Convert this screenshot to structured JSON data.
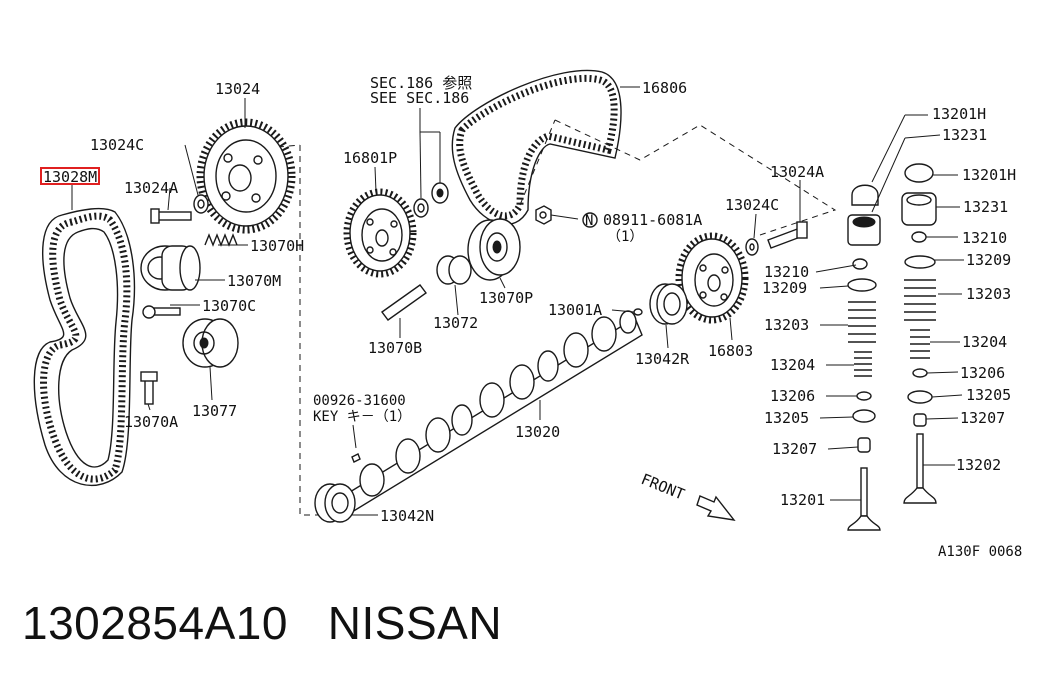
{
  "figure": {
    "code": "A130F 0068",
    "highlight_color": "#e02020",
    "highlighted_part": "13028M",
    "direction_label": "FRONT",
    "ref_lines": [
      "SEC.186 参照",
      "SEE SEC.186"
    ],
    "key_lines": [
      "00926-31600",
      "KEY キ－（1）"
    ],
    "bolt_lines": [
      "08911-6081A",
      "（1）"
    ]
  },
  "callouts": [
    "13024",
    "13024C",
    "13028M",
    "13024A",
    "13070H",
    "13070M",
    "13070C",
    "13070A",
    "13077",
    "16801P",
    "16806",
    "13070P",
    "13072",
    "13070B",
    "13001A",
    "13042R",
    "16803",
    "13020",
    "13042N",
    "13024A",
    "13024C",
    "13201H",
    "13231",
    "13201H",
    "13231",
    "13210",
    "13210",
    "13209",
    "13209",
    "13203",
    "13203",
    "13204",
    "13204",
    "13206",
    "13206",
    "13205",
    "13205",
    "13207",
    "13207",
    "13202",
    "13201"
  ],
  "caption": {
    "part_number": "1302854A10",
    "brand": "NISSAN"
  }
}
